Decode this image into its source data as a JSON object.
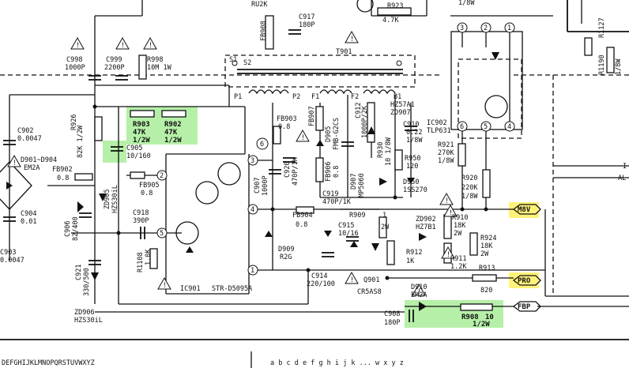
{
  "colors": {
    "green_highlight": "#b6f0a8",
    "yellow_highlight": "#fff27a",
    "ink": "#111111"
  },
  "labels": {
    "ru2k": "RU2K",
    "c917": "C917",
    "c917v": "180P",
    "fb908": "FB908",
    "r923": "R923",
    "r923v": "4.7K",
    "r923w": "1/8W",
    "r1127": "R1127",
    "r1190": "R1190",
    "r1190v": "1/8W",
    "c998": "C998",
    "c998v": "1000P",
    "c999": "C999",
    "c999v": "2200P",
    "r998": "R998",
    "r998v": "10M 1W",
    "t901": "T901",
    "s1": "S1",
    "s2": "S2",
    "p1": "P1",
    "p2": "P2",
    "f1": "F1",
    "f2": "F2",
    "b1": "B1",
    "c902": "C902",
    "c902v": "0.0047",
    "d901": "D901~D904",
    "d901v": "EM2A",
    "fb902": "FB902",
    "fb902v": "0.8",
    "c904": "C904",
    "c904v": "0.01",
    "c903": "C903",
    "c903v": "0.0047",
    "r926": "R926",
    "r926v": "82K 1/2W",
    "r903": "R903",
    "r903v": "47K",
    "r903w": "1/2W",
    "r902": "R902",
    "r902v": "47K",
    "r902w": "1/2W",
    "c905": "C905",
    "c905v": "10/160",
    "d905": "ZD905",
    "d905v": "HZS30iL",
    "fb905": "FB905",
    "fb905v": "0.8",
    "c918": "C918",
    "c918v": "390P",
    "c906": "C906",
    "c906v": "82/400",
    "r108": "R1108",
    "r108v": "1.0K",
    "c921": "C921",
    "c921v": "330/500",
    "zd906": "ZD906",
    "zd906v": "HZS30iL",
    "ic901": "IC901",
    "ic901v": "STR-D5095A",
    "fb903": "FB903",
    "fb903v": "0.8",
    "c907": "C907",
    "c907v": "1000P",
    "c920": "C920",
    "c920v": "470P/1K",
    "fb907": "FB907",
    "d905b": "D905",
    "d905bv": "FMB-G2CS",
    "fb906": "FB906",
    "fb906v": "0.8",
    "c912": "C912",
    "c912v": "1000P/2K",
    "r930": "R930",
    "r930v": "10 1/8W",
    "c919": "C919",
    "c919v": "470P/1K",
    "d907": "D907",
    "d907v": "MP5060",
    "zd907": "HZ57A1",
    "zd907v": "ZD907",
    "c910": "C910",
    "c910v": "0.22",
    "c910w": "1/8W",
    "r950": "R950",
    "r950v": "120",
    "d950": "D950",
    "d950v": "1SS270",
    "fb904": "FB904",
    "fb904v": "0.8",
    "d909": "D909",
    "d909v": "R2G",
    "r909": "R909",
    "r909v": "1",
    "r909w": "2W",
    "c915": "C915",
    "c915v": "10/16",
    "r912": "R912",
    "r912v": "1K",
    "zd902": "ZD902",
    "zd902v": "HZ7B1",
    "r910": "R910",
    "r910v": "18K",
    "r910w": "2W",
    "r911": "R911",
    "r911v": "1.2K",
    "r924": "R924",
    "r924v": "18K",
    "r924w": "2W",
    "r913": "R913",
    "r913v": "820",
    "c914": "C914",
    "c914v": "220/100",
    "q901": "Q901",
    "q901v": "CR5AS8",
    "d910": "D910",
    "d910v": "EM2A",
    "c908": "C908",
    "c908v": "180P",
    "r908": "R908",
    "r908v": "10",
    "r908w": "1/2W",
    "ic902": "IC902",
    "ic902v": "TLP631",
    "r921": "R921",
    "r921v": "270K",
    "r921w": "1/8W",
    "r920": "R920",
    "r920v": "220K",
    "r920w": "1/8W",
    "pin1": "1",
    "pin2": "2",
    "pin3": "3",
    "pin4": "4",
    "pin5": "5",
    "pin6": "6",
    "n2": "2",
    "n3": "3",
    "n4": "4",
    "n5": "5",
    "n1": "1",
    "n6": "6",
    "net_m8v": "M8V",
    "net_pro": "PRO",
    "net_fbp": "FBP",
    "al": "AL",
    "i": "I",
    "bottom_left": "DEFGHIJKLMNOPQRSTUVWXYZ",
    "bottom_right": "a b c d e f g h i j k ... w x y z"
  }
}
